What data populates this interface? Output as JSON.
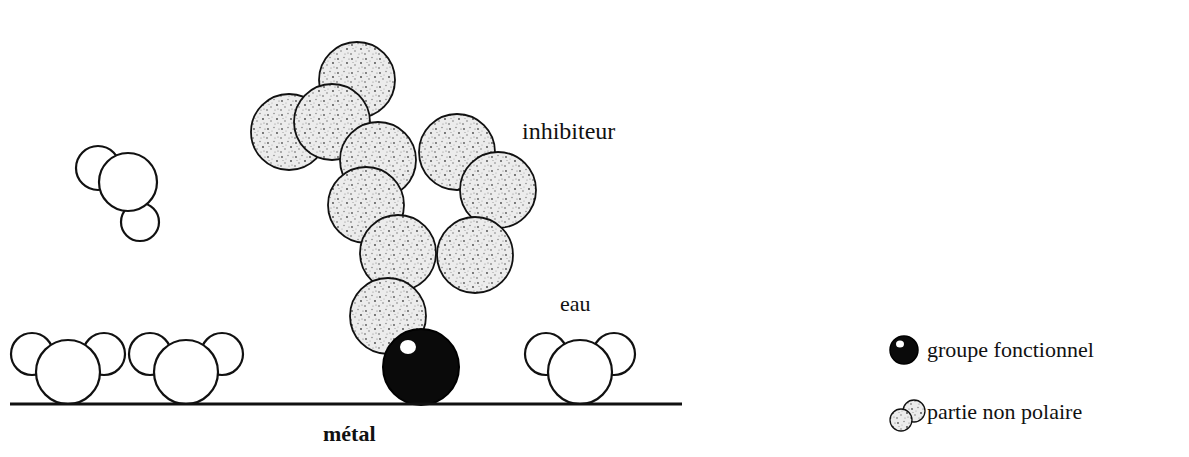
{
  "diagram": {
    "labels": [
      "inhibiteur",
      "eau",
      "métal"
    ],
    "legend": [
      {
        "text": "groupe fonctionnel"
      },
      {
        "text": "partie non polaire"
      }
    ]
  }
}
